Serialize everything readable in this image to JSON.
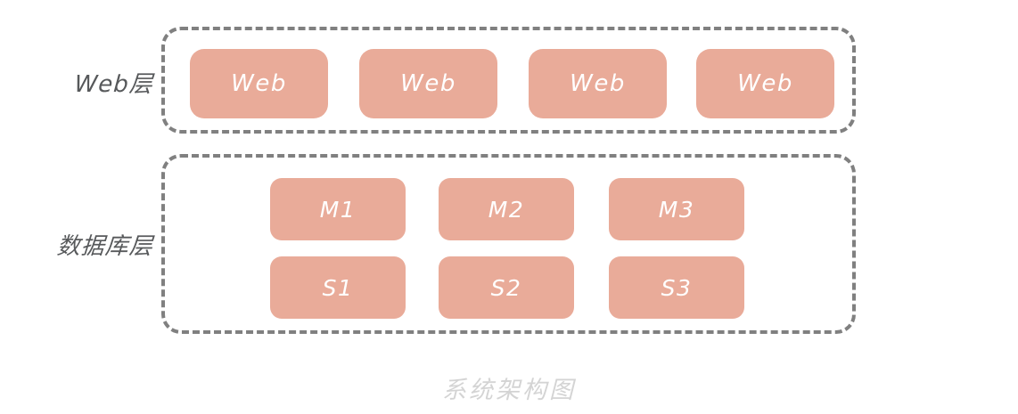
{
  "diagram": {
    "caption": "系统架构图",
    "colors": {
      "node_fill": "#e9ab99",
      "node_text": "#ffffff",
      "group_border": "#808080",
      "tier_label": "#57595b",
      "caption": "#d4d4d4",
      "background": "#ffffff"
    },
    "tiers": [
      {
        "id": "web-tier",
        "label": "Web层",
        "nodes": [
          {
            "label": "Web"
          },
          {
            "label": "Web"
          },
          {
            "label": "Web"
          },
          {
            "label": "Web"
          }
        ]
      },
      {
        "id": "database-tier",
        "label": "数据库层",
        "rows": [
          {
            "id": "master-row",
            "nodes": [
              {
                "label": "M1"
              },
              {
                "label": "M2"
              },
              {
                "label": "M3"
              }
            ]
          },
          {
            "id": "slave-row",
            "nodes": [
              {
                "label": "S1"
              },
              {
                "label": "S2"
              },
              {
                "label": "S3"
              }
            ]
          }
        ]
      }
    ]
  }
}
